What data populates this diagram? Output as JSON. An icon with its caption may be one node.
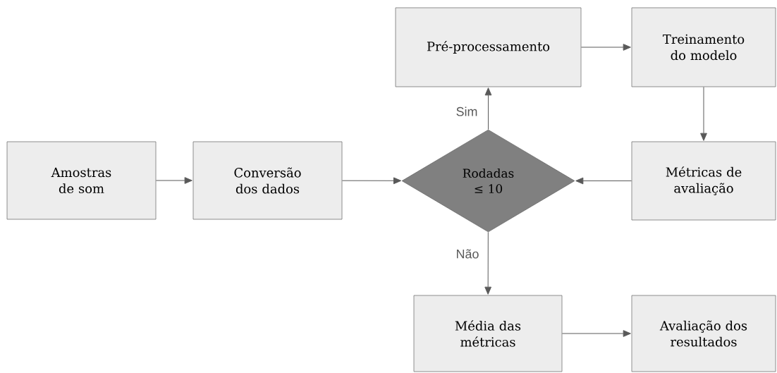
{
  "diagram": {
    "nodes": [
      {
        "text": [
          "Amostras de som"
        ]
      },
      {
        "text": [
          "Conversão dos dados"
        ]
      },
      {
        "text": [
          "Rodadas ≤ 10"
        ]
      },
      {
        "text": [
          "Pré-processamento"
        ]
      },
      {
        "text": [
          "Treinamento do modelo"
        ]
      },
      {
        "text": [
          "Métricas de avaliação"
        ]
      },
      {
        "text": [
          "Média das métricas"
        ]
      },
      {
        "text": [
          "Avaliação dos resultados"
        ]
      }
    ],
    "edges": [
      {
        "from": 0,
        "to": 1,
        "arrow": "to"
      },
      {
        "from": 1,
        "to": 2,
        "arrow": "to"
      },
      {
        "from": 2,
        "to": 3,
        "arrow": "to",
        "label": "Sim"
      },
      {
        "from": 3,
        "to": 4,
        "arrow": "to"
      },
      {
        "from": 4,
        "to": 5,
        "arrow": "to"
      },
      {
        "from": 5,
        "to": 2,
        "arrow": "to"
      },
      {
        "from": 2,
        "to": 6,
        "arrow": "to",
        "label": "Não"
      },
      {
        "from": 6,
        "to": 7,
        "arrow": "to"
      }
    ]
  }
}
